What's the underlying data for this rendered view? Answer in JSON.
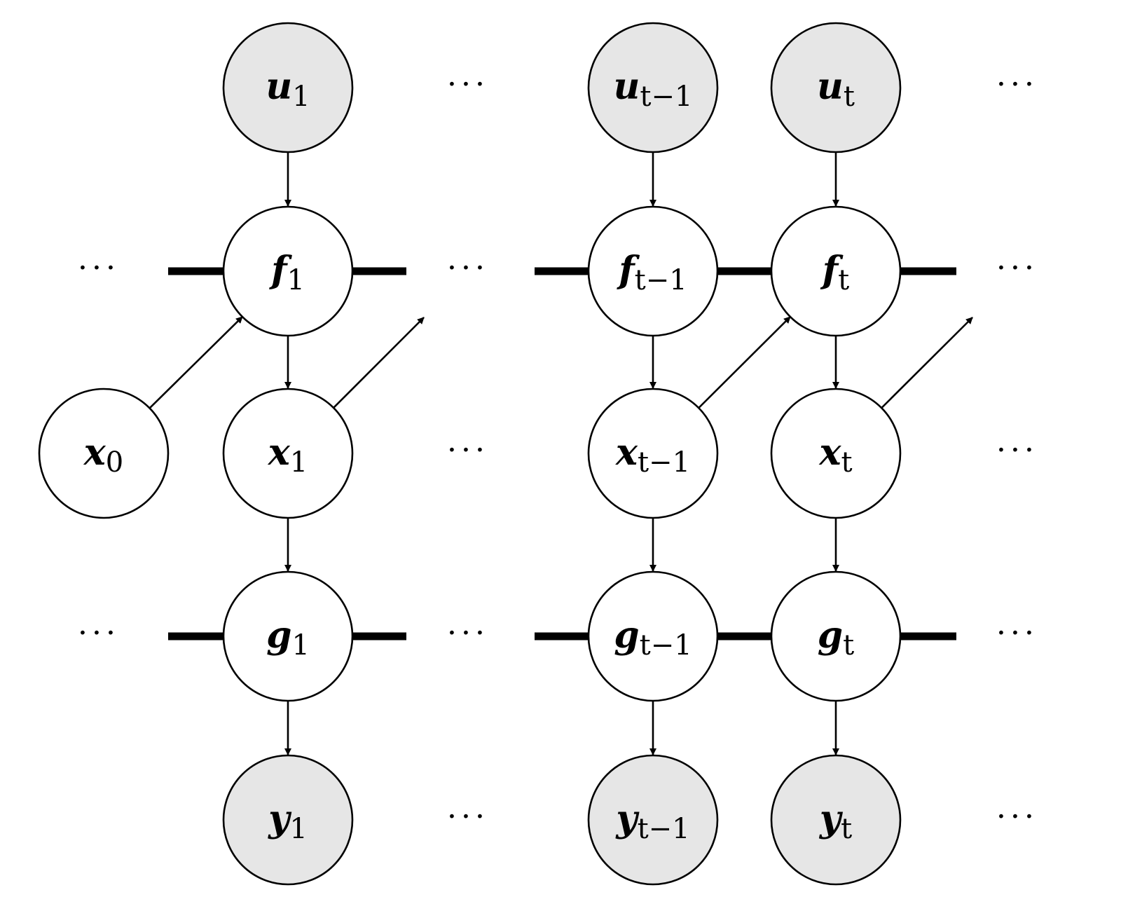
{
  "diagram": {
    "ellipsis": "···",
    "nodes": {
      "u_1": {
        "main": "u",
        "sub": "1",
        "observed": true
      },
      "u_tm1": {
        "main": "u",
        "sub": "t−1",
        "observed": true
      },
      "u_t": {
        "main": "u",
        "sub": "t",
        "observed": true
      },
      "f_1": {
        "main": "f",
        "sub": "1",
        "observed": false
      },
      "f_tm1": {
        "main": "f",
        "sub": "t−1",
        "observed": false
      },
      "f_t": {
        "main": "f",
        "sub": "t",
        "observed": false
      },
      "x_0": {
        "main": "x",
        "sub": "0",
        "observed": false
      },
      "x_1": {
        "main": "x",
        "sub": "1",
        "observed": false
      },
      "x_tm1": {
        "main": "x",
        "sub": "t−1",
        "observed": false
      },
      "x_t": {
        "main": "x",
        "sub": "t",
        "observed": false
      },
      "g_1": {
        "main": "g",
        "sub": "1",
        "observed": false
      },
      "g_tm1": {
        "main": "g",
        "sub": "t−1",
        "observed": false
      },
      "g_t": {
        "main": "g",
        "sub": "t",
        "observed": false
      },
      "y_1": {
        "main": "y",
        "sub": "1",
        "observed": true
      },
      "y_tm1": {
        "main": "y",
        "sub": "t−1",
        "observed": true
      },
      "y_t": {
        "main": "y",
        "sub": "t",
        "observed": true
      }
    },
    "colors": {
      "observed_fill": "#e6e6e6",
      "latent_fill": "#ffffff",
      "stroke": "#000000"
    }
  }
}
